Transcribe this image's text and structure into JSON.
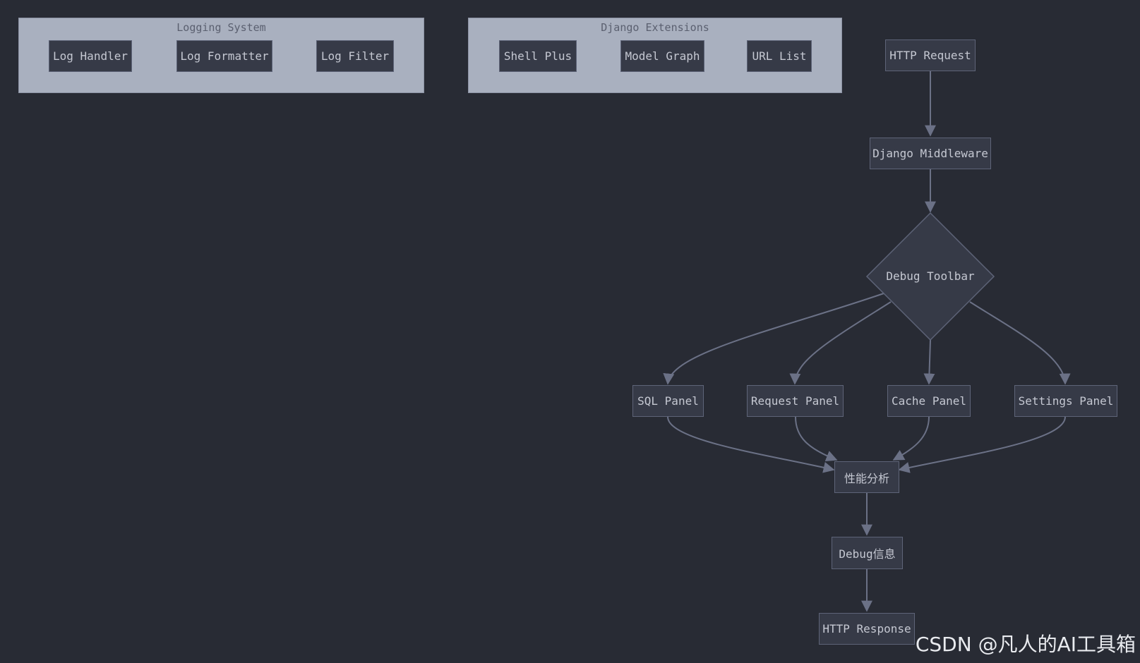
{
  "groups": {
    "logging": {
      "title": "Logging System",
      "items": [
        "Log Handler",
        "Log Formatter",
        "Log Filter"
      ]
    },
    "extensions": {
      "title": "Django Extensions",
      "items": [
        "Shell Plus",
        "Model Graph",
        "URL List"
      ]
    }
  },
  "flow": {
    "http_request": "HTTP Request",
    "middleware": "Django Middleware",
    "debug_toolbar": "Debug Toolbar",
    "panels": [
      "SQL Panel",
      "Request Panel",
      "Cache Panel",
      "Settings Panel"
    ],
    "perf_analysis": "性能分析",
    "debug_info": "Debug信息",
    "http_response": "HTTP Response"
  },
  "watermark": "CSDN @凡人的AI工具箱",
  "colors": {
    "background": "#282b34",
    "group_fill": "#a9b0bf",
    "node_fill": "#363a47",
    "node_border": "#5e6478",
    "edge": "#6b7186",
    "text": "#c5c8d2"
  }
}
